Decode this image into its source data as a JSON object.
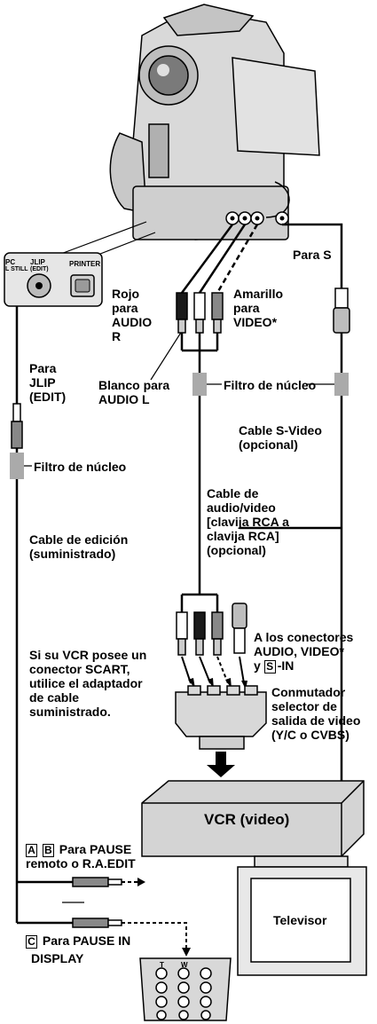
{
  "camera_panel": {
    "pc_label": "PC",
    "still_label": "L STILL",
    "jlip_label": "JLIP",
    "edit_label": "(EDIT)",
    "printer_label": "PRINTER"
  },
  "labels": {
    "para_s": "Para S",
    "rojo": "Rojo\npara\nAUDIO\nR",
    "amarillo": "Amarillo\npara\nVIDEO*",
    "para_jlip": "Para\nJLIP\n(EDIT)",
    "blanco": "Blanco para\nAUDIO L",
    "filtro_center": "Filtro de núcleo",
    "filtro_left": "Filtro de núcleo",
    "svideo_cable": "Cable S-Video\n(opcional)",
    "av_cable": "Cable de\naudio/video\n[clavija RCA a\nclavija RCA]\n(opcional)",
    "edit_cable": "Cable de edición\n(suministrado)",
    "conectores_line1": "A los conectores",
    "conectores_line2": "AUDIO, VIDEO*",
    "conectores_y": "y",
    "conectores_s": "S",
    "conectores_in": "-IN",
    "scart_note": "Si su VCR posee un\nconector SCART,\nutilice el adaptador\nde cable\nsuministrado.",
    "conmutador": "Conmutador\nselector de\nsalida de video\n(Y/C o CVBS)",
    "box_a": "A",
    "box_b": "B",
    "pause_remote_line1": "Para PAUSE",
    "pause_remote_line2": "remoto o R.A.EDIT",
    "box_c": "C",
    "pause_in": "Para PAUSE IN",
    "display": "DISPLAY"
  },
  "vcr": {
    "label": "VCR (video)"
  },
  "tv": {
    "label": "Televisor"
  },
  "remote": {
    "t": "T",
    "w": "W"
  }
}
